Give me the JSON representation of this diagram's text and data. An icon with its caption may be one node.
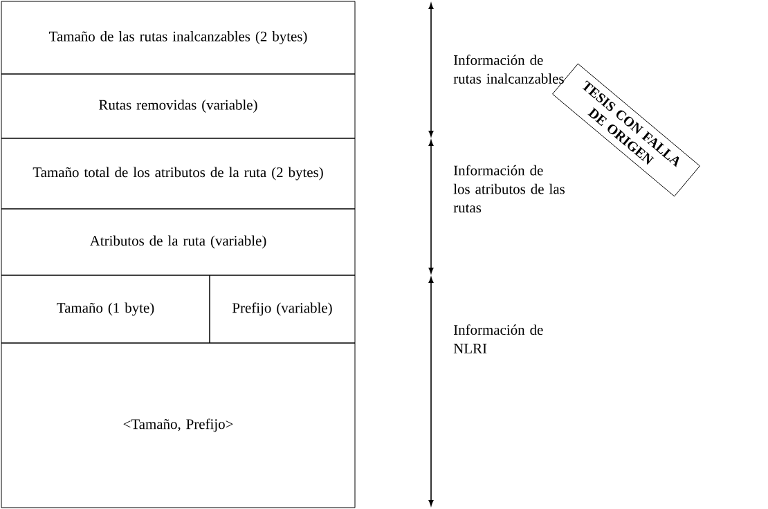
{
  "diagram": {
    "nodes": [
      {
        "text": [
          "Tamaño de las rutas inalcanzables (2 bytes)"
        ]
      },
      {
        "text": [
          "Rutas removidas (variable)"
        ]
      },
      {
        "text": [
          "Tamaño total de los atributos de la ruta (2 bytes)"
        ]
      },
      {
        "text": [
          "Atributos de la ruta (variable)"
        ]
      },
      {
        "text": [
          "Tamaño (1 byte)"
        ]
      },
      {
        "text": [
          "Prefijo (variable)"
        ]
      },
      {
        "text": [
          "<Tamaño, Prefijo>"
        ]
      }
    ],
    "labels": [
      "Información de rutas inalcanzables",
      "Información de los atributos de las rutas",
      "Información de NLRI",
      "TESIS CON FALLA DE ORIGEN"
    ]
  }
}
